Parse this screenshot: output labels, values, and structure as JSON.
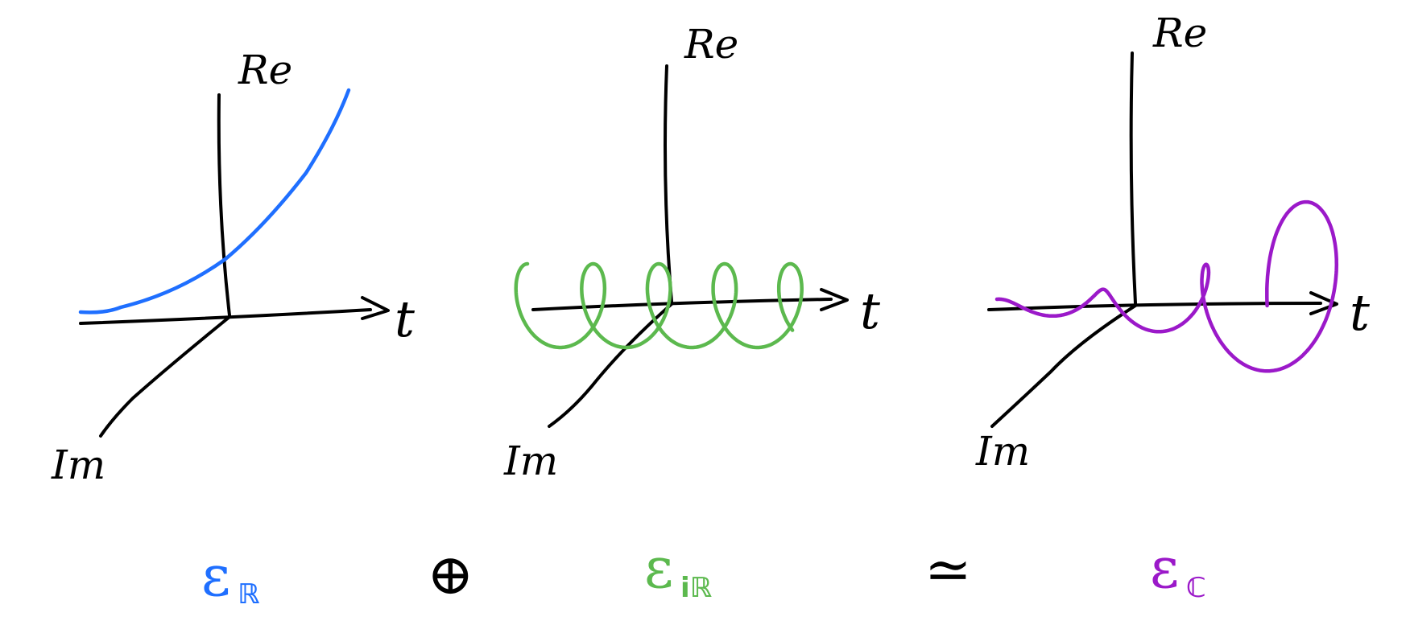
{
  "colors": {
    "axes": "#000000",
    "real": "#1f6fff",
    "imaginary": "#5cb94e",
    "complex": "#9b19c9"
  },
  "panels": [
    {
      "name": "real",
      "re_label": "Re",
      "im_label": "Im",
      "t_label": "t"
    },
    {
      "name": "imaginary",
      "re_label": "Re",
      "im_label": "Im",
      "t_label": "t"
    },
    {
      "name": "complex",
      "re_label": "Re",
      "im_label": "Im",
      "t_label": "t"
    }
  ],
  "equation": {
    "term1": {
      "symbol": "ε",
      "subscript": "ℝ"
    },
    "op1": "⊕",
    "term2": {
      "symbol": "ε",
      "subscript": "iℝ"
    },
    "op2": "≃",
    "term3": {
      "symbol": "ε",
      "subscript": "ℂ"
    }
  }
}
